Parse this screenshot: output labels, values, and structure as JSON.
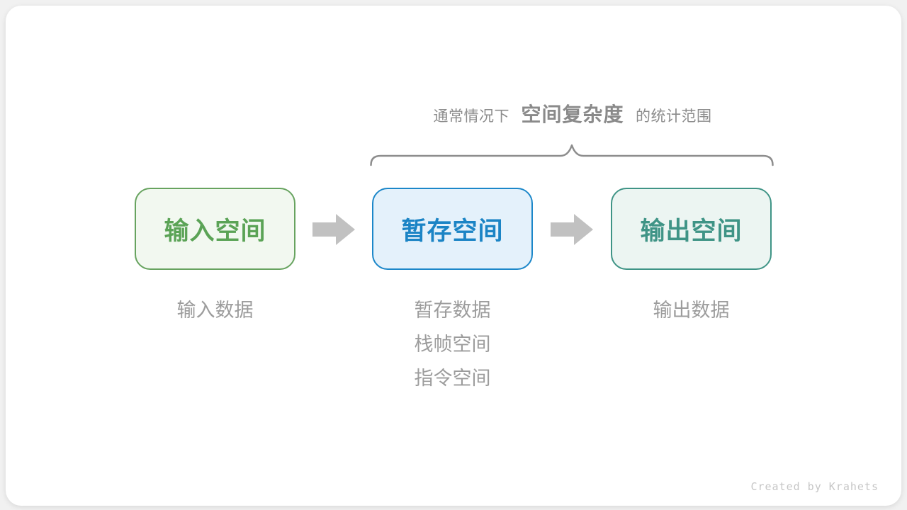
{
  "canvas": {
    "page_bg": "#f1f1f1",
    "card_bg": "#ffffff"
  },
  "annotation": {
    "prefix": "通常情况下",
    "highlight": "空间复杂度",
    "suffix": "的统计范围",
    "text_color": "#8c8c8c",
    "brace_color": "#8d8d8d"
  },
  "boxes": [
    {
      "label": "输入空间",
      "border_color": "#67a35f",
      "fill_color": "#f2f8f0",
      "text_color": "#5ba356"
    },
    {
      "label": "暂存空间",
      "border_color": "#1c87c9",
      "fill_color": "#e4f1fb",
      "text_color": "#1b84c5"
    },
    {
      "label": "输出空间",
      "border_color": "#3f9486",
      "fill_color": "#ecf5f2",
      "text_color": "#3f9486"
    }
  ],
  "arrows": {
    "color": "#c1c1c1",
    "direction": "right"
  },
  "sublabels": [
    {
      "lines": [
        "输入数据"
      ]
    },
    {
      "lines": [
        "暂存数据",
        "栈帧空间",
        "指令空间"
      ]
    },
    {
      "lines": [
        "输出数据"
      ]
    }
  ],
  "credit": "Created by Krahets"
}
